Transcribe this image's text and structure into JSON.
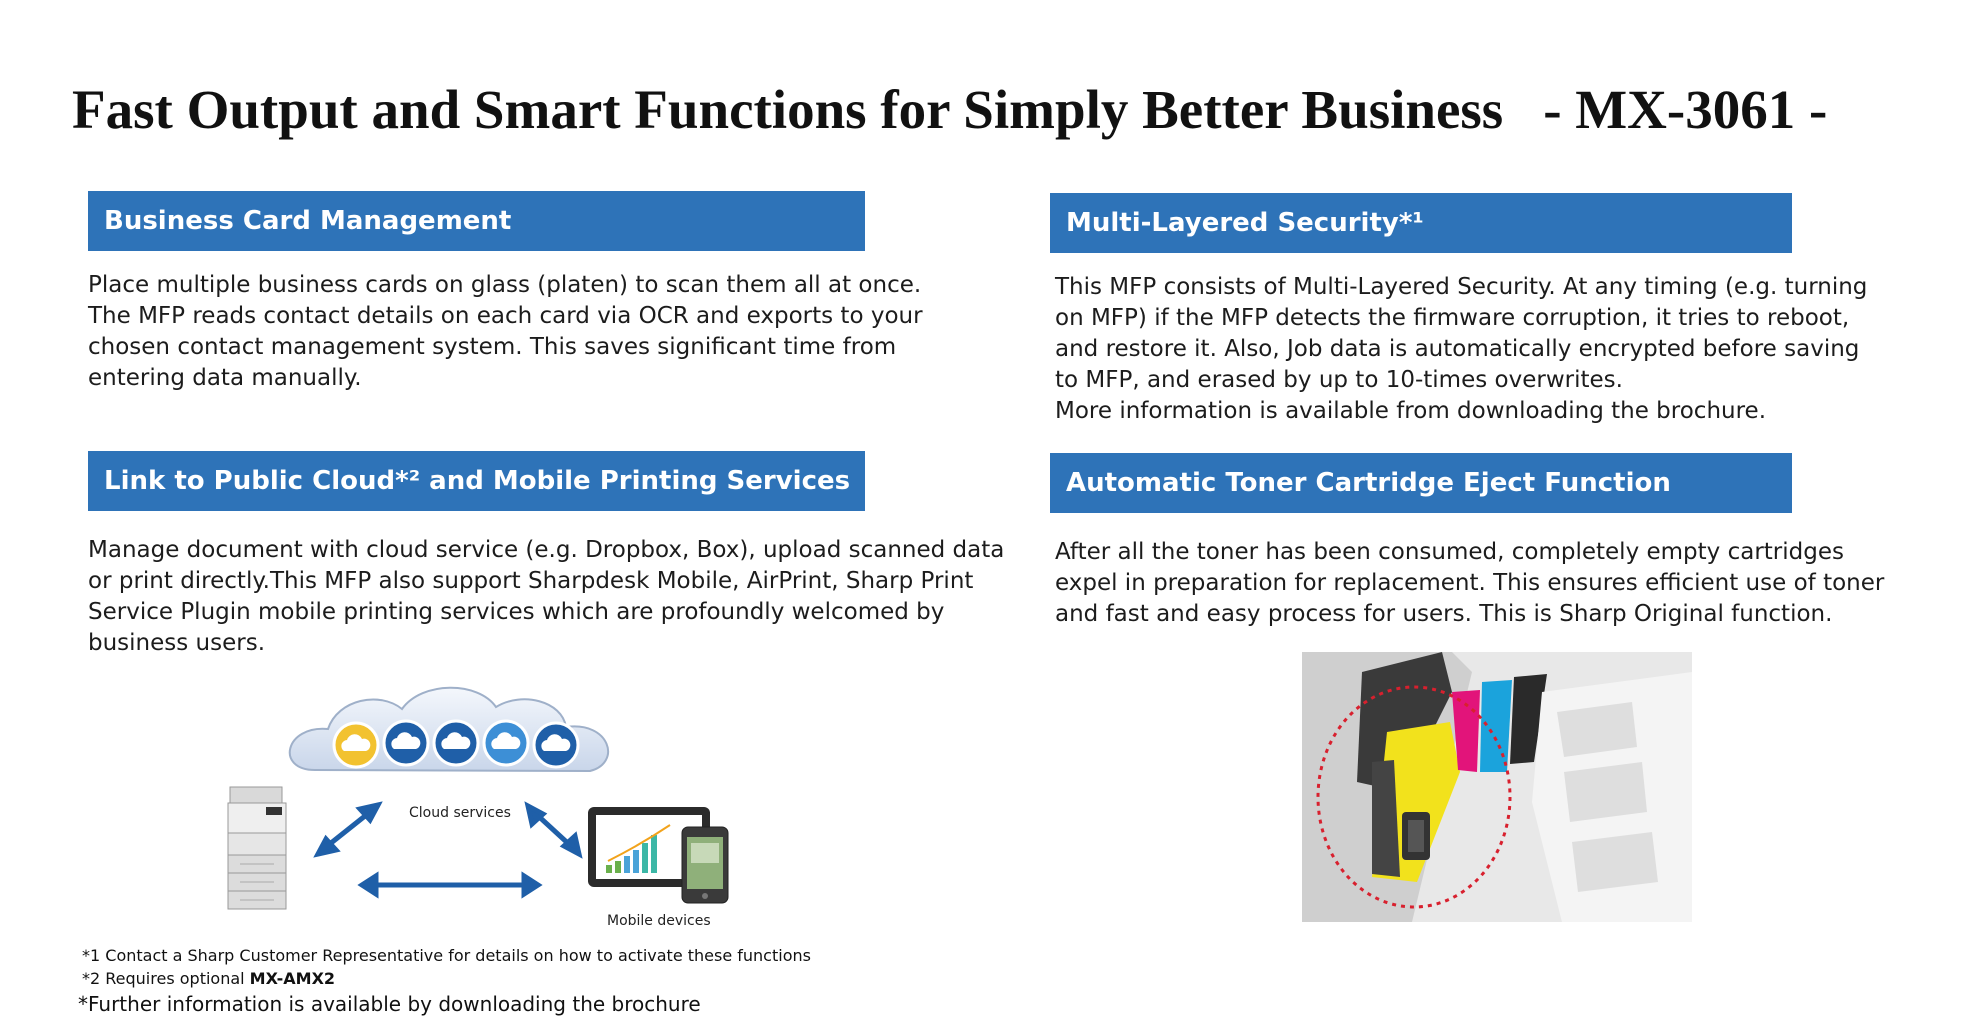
{
  "title": {
    "main": "Fast Output and Smart Functions for Simply Better Business",
    "model": "- MX-3061 -"
  },
  "sections": {
    "business_card": {
      "heading": "Business Card Management",
      "lines": [
        "Place multiple business cards on glass (platen) to scan them all at once.",
        "The MFP reads contact details on each card via OCR and exports to your",
        "chosen contact management system. This saves significant time from",
        "entering data manually."
      ]
    },
    "cloud": {
      "heading": "Link to Public Cloud*² and Mobile Printing Services",
      "lines": [
        "Manage document with cloud service (e.g.  Dropbox, Box), upload scanned data",
        "or print directly.This MFP also support Sharpdesk Mobile, AirPrint, Sharp Print",
        "Service Plugin mobile printing services which are profoundly welcomed by",
        "business users."
      ]
    },
    "security": {
      "heading": "Multi-Layered Security*¹",
      "lines": [
        "This MFP consists of Multi-Layered Security. At any timing (e.g. turning",
        "on MFP) if the MFP detects the firmware corruption, it tries to reboot,",
        "and restore it. Also, Job data is automatically encrypted before saving",
        "to MFP, and erased by up to 10-times overwrites.",
        "More information is available from downloading the brochure."
      ]
    },
    "toner": {
      "heading": "Automatic Toner Cartridge Eject Function",
      "lines": [
        "After all the toner has been consumed, completely empty cartridges",
        "expel in preparation for replacement. This ensures efficient use of toner",
        "and fast and easy process for users.  This is Sharp Original function."
      ]
    }
  },
  "diagram": {
    "cloud_label": "Cloud services",
    "mobile_label": "Mobile devices"
  },
  "footnotes": {
    "note1": "*1 Contact a Sharp Customer Representative for details on how to activate these functions",
    "note2_prefix": "*2 Requires optional ",
    "note2_bold": "MX-AMX2",
    "note3": "*Further information is available by downloading the brochure"
  },
  "colors": {
    "heading_bar": "#2e73b8",
    "cloud_icon_blue": "#1f5fa8",
    "cloud_icon_yellow": "#f2c230",
    "toner_yellow": "#f2e21c",
    "toner_magenta": "#e2147a",
    "toner_cyan": "#1ba3dc",
    "highlight_circle": "#d8202e"
  }
}
